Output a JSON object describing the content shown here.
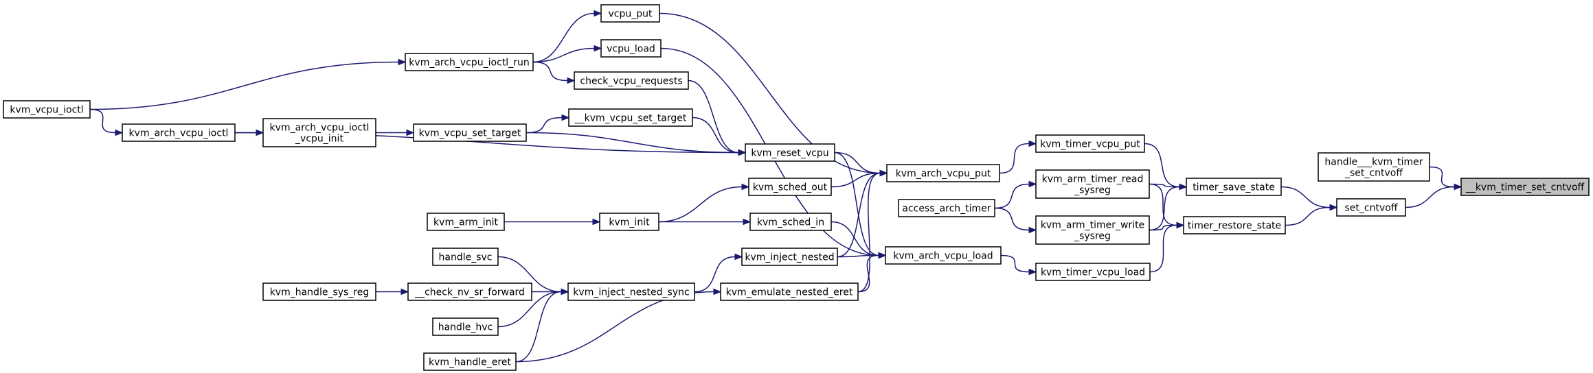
{
  "colors": {
    "edge": "#191970",
    "root_fill": "#bfbfbf",
    "node_border": "#000000"
  },
  "nodes": [
    {
      "id": "kvm_vcpu_ioctl",
      "lines": [
        "kvm_vcpu_ioctl"
      ]
    },
    {
      "id": "kvm_arch_vcpu_ioctl",
      "lines": [
        "kvm_arch_vcpu_ioctl"
      ]
    },
    {
      "id": "kvm_arch_vcpu_ioctl_vcpu_init",
      "lines": [
        "kvm_arch_vcpu_ioctl",
        "_vcpu_init"
      ]
    },
    {
      "id": "kvm_vcpu_set_target",
      "lines": [
        "kvm_vcpu_set_target"
      ]
    },
    {
      "id": "kvm_arch_vcpu_ioctl_run",
      "lines": [
        "kvm_arch_vcpu_ioctl_run"
      ]
    },
    {
      "id": "vcpu_put",
      "lines": [
        "vcpu_put"
      ]
    },
    {
      "id": "vcpu_load",
      "lines": [
        "vcpu_load"
      ]
    },
    {
      "id": "check_vcpu_requests",
      "lines": [
        "check_vcpu_requests"
      ]
    },
    {
      "id": "__kvm_vcpu_set_target",
      "lines": [
        "__kvm_vcpu_set_target"
      ]
    },
    {
      "id": "kvm_reset_vcpu",
      "lines": [
        "kvm_reset_vcpu"
      ]
    },
    {
      "id": "kvm_sched_out",
      "lines": [
        "kvm_sched_out"
      ]
    },
    {
      "id": "kvm_arm_init",
      "lines": [
        "kvm_arm_init"
      ]
    },
    {
      "id": "kvm_init",
      "lines": [
        "kvm_init"
      ]
    },
    {
      "id": "kvm_sched_in",
      "lines": [
        "kvm_sched_in"
      ]
    },
    {
      "id": "handle_svc",
      "lines": [
        "handle_svc"
      ]
    },
    {
      "id": "kvm_handle_sys_reg",
      "lines": [
        "kvm_handle_sys_reg"
      ]
    },
    {
      "id": "__check_nv_sr_forward",
      "lines": [
        "__check_nv_sr_forward"
      ]
    },
    {
      "id": "kvm_inject_nested_sync",
      "lines": [
        "kvm_inject_nested_sync"
      ]
    },
    {
      "id": "kvm_inject_nested",
      "lines": [
        "kvm_inject_nested"
      ]
    },
    {
      "id": "handle_hvc",
      "lines": [
        "handle_hvc"
      ]
    },
    {
      "id": "kvm_emulate_nested_eret",
      "lines": [
        "kvm_emulate_nested_eret"
      ]
    },
    {
      "id": "kvm_handle_eret",
      "lines": [
        "kvm_handle_eret"
      ]
    },
    {
      "id": "kvm_arch_vcpu_put",
      "lines": [
        "kvm_arch_vcpu_put"
      ]
    },
    {
      "id": "kvm_arch_vcpu_load",
      "lines": [
        "kvm_arch_vcpu_load"
      ]
    },
    {
      "id": "access_arch_timer",
      "lines": [
        "access_arch_timer"
      ]
    },
    {
      "id": "kvm_timer_vcpu_put",
      "lines": [
        "kvm_timer_vcpu_put"
      ]
    },
    {
      "id": "kvm_arm_timer_read_sysreg",
      "lines": [
        "kvm_arm_timer_read",
        "_sysreg"
      ]
    },
    {
      "id": "kvm_arm_timer_write_sysreg",
      "lines": [
        "kvm_arm_timer_write",
        "_sysreg"
      ]
    },
    {
      "id": "kvm_timer_vcpu_load",
      "lines": [
        "kvm_timer_vcpu_load"
      ]
    },
    {
      "id": "timer_save_state",
      "lines": [
        "timer_save_state"
      ]
    },
    {
      "id": "timer_restore_state",
      "lines": [
        "timer_restore_state"
      ]
    },
    {
      "id": "handle___kvm_timer_set_cntvoff",
      "lines": [
        "handle___kvm_timer",
        "_set_cntvoff"
      ]
    },
    {
      "id": "set_cntvoff",
      "lines": [
        "set_cntvoff"
      ]
    },
    {
      "id": "__kvm_timer_set_cntvoff",
      "lines": [
        "__kvm_timer_set_cntvoff"
      ],
      "root": true
    }
  ],
  "edges": [
    {
      "from": "kvm_vcpu_ioctl",
      "to": "kvm_arch_vcpu_ioctl"
    },
    {
      "from": "kvm_vcpu_ioctl",
      "to": "kvm_arch_vcpu_ioctl_run"
    },
    {
      "from": "kvm_arch_vcpu_ioctl",
      "to": "kvm_arch_vcpu_ioctl_vcpu_init"
    },
    {
      "from": "kvm_arch_vcpu_ioctl",
      "to": "kvm_reset_vcpu"
    },
    {
      "from": "kvm_arch_vcpu_ioctl_vcpu_init",
      "to": "kvm_vcpu_set_target"
    },
    {
      "from": "kvm_vcpu_set_target",
      "to": "__kvm_vcpu_set_target"
    },
    {
      "from": "kvm_vcpu_set_target",
      "to": "kvm_reset_vcpu"
    },
    {
      "from": "kvm_arch_vcpu_ioctl_run",
      "to": "vcpu_put"
    },
    {
      "from": "kvm_arch_vcpu_ioctl_run",
      "to": "vcpu_load"
    },
    {
      "from": "kvm_arch_vcpu_ioctl_run",
      "to": "check_vcpu_requests"
    },
    {
      "from": "vcpu_put",
      "to": "kvm_arch_vcpu_put"
    },
    {
      "from": "vcpu_load",
      "to": "kvm_arch_vcpu_load"
    },
    {
      "from": "check_vcpu_requests",
      "to": "kvm_reset_vcpu"
    },
    {
      "from": "__kvm_vcpu_set_target",
      "to": "kvm_reset_vcpu"
    },
    {
      "from": "kvm_reset_vcpu",
      "to": "kvm_arch_vcpu_put"
    },
    {
      "from": "kvm_reset_vcpu",
      "to": "kvm_arch_vcpu_load"
    },
    {
      "from": "kvm_sched_out",
      "to": "kvm_arch_vcpu_put"
    },
    {
      "from": "kvm_arm_init",
      "to": "kvm_init"
    },
    {
      "from": "kvm_init",
      "to": "kvm_sched_out"
    },
    {
      "from": "kvm_init",
      "to": "kvm_sched_in"
    },
    {
      "from": "kvm_sched_in",
      "to": "kvm_arch_vcpu_load"
    },
    {
      "from": "handle_svc",
      "to": "kvm_inject_nested_sync"
    },
    {
      "from": "kvm_handle_sys_reg",
      "to": "__check_nv_sr_forward"
    },
    {
      "from": "__check_nv_sr_forward",
      "to": "kvm_inject_nested_sync"
    },
    {
      "from": "handle_hvc",
      "to": "kvm_inject_nested_sync"
    },
    {
      "from": "kvm_handle_eret",
      "to": "kvm_inject_nested_sync"
    },
    {
      "from": "kvm_handle_eret",
      "to": "kvm_emulate_nested_eret"
    },
    {
      "from": "kvm_inject_nested_sync",
      "to": "kvm_inject_nested"
    },
    {
      "from": "kvm_inject_nested",
      "to": "kvm_arch_vcpu_put"
    },
    {
      "from": "kvm_inject_nested",
      "to": "kvm_arch_vcpu_load"
    },
    {
      "from": "kvm_emulate_nested_eret",
      "to": "kvm_arch_vcpu_put"
    },
    {
      "from": "kvm_emulate_nested_eret",
      "to": "kvm_arch_vcpu_load"
    },
    {
      "from": "kvm_arch_vcpu_put",
      "to": "kvm_timer_vcpu_put"
    },
    {
      "from": "kvm_arch_vcpu_load",
      "to": "kvm_timer_vcpu_load"
    },
    {
      "from": "access_arch_timer",
      "to": "kvm_arm_timer_read_sysreg"
    },
    {
      "from": "access_arch_timer",
      "to": "kvm_arm_timer_write_sysreg"
    },
    {
      "from": "kvm_timer_vcpu_put",
      "to": "timer_save_state"
    },
    {
      "from": "kvm_arm_timer_read_sysreg",
      "to": "timer_save_state"
    },
    {
      "from": "kvm_arm_timer_read_sysreg",
      "to": "timer_restore_state"
    },
    {
      "from": "kvm_arm_timer_write_sysreg",
      "to": "timer_save_state"
    },
    {
      "from": "kvm_arm_timer_write_sysreg",
      "to": "timer_restore_state"
    },
    {
      "from": "kvm_timer_vcpu_load",
      "to": "timer_restore_state"
    },
    {
      "from": "timer_save_state",
      "to": "set_cntvoff"
    },
    {
      "from": "timer_restore_state",
      "to": "set_cntvoff"
    },
    {
      "from": "set_cntvoff",
      "to": "__kvm_timer_set_cntvoff"
    },
    {
      "from": "handle___kvm_timer_set_cntvoff",
      "to": "__kvm_timer_set_cntvoff"
    }
  ]
}
